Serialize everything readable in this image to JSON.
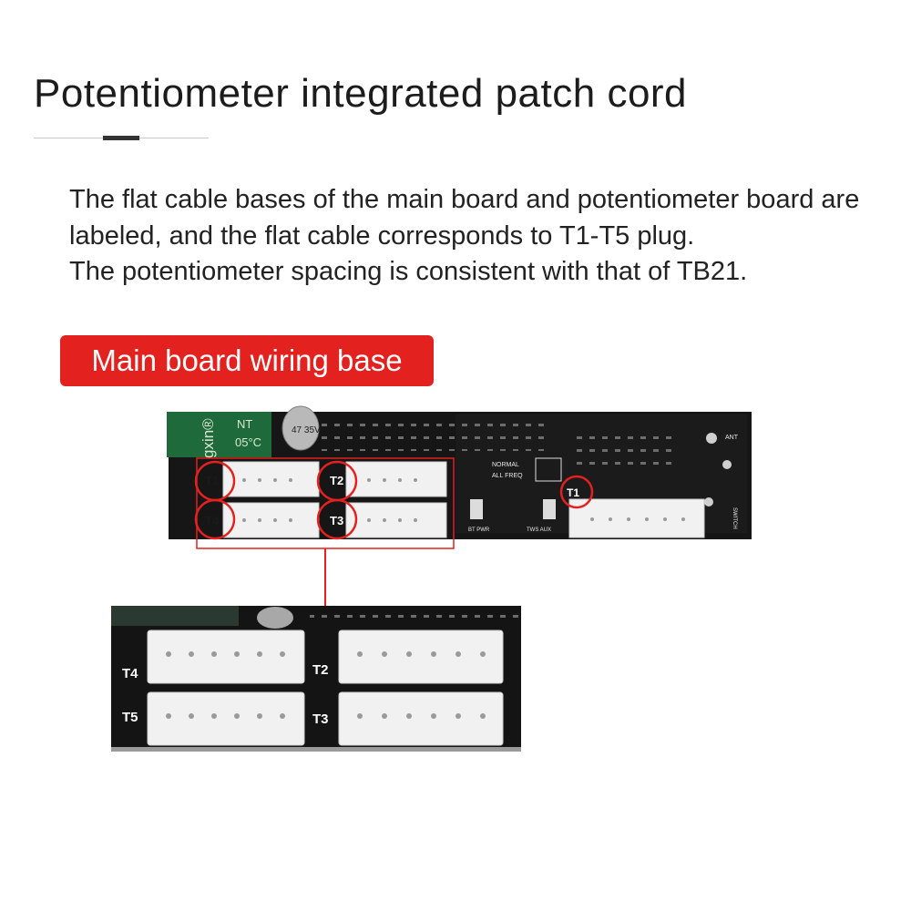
{
  "header": {
    "title": "Potentiometer integrated patch cord"
  },
  "description": {
    "lines": [
      "The flat cable bases of the main board and potentiometer board are labeled, and the flat cable corresponds to T1-T5 plug.",
      "The potentiometer spacing is consistent with that of TB21."
    ]
  },
  "badge": {
    "label": "Main board wiring base"
  },
  "board_top": {
    "capacitor_text": "gxin®",
    "capacitor_text2": "NT",
    "capacitor_text3": "05°C",
    "small_cap_text": "47\n35V",
    "header_labels": [
      "T1",
      "T2",
      "T4",
      "T3"
    ],
    "extra_label": "T1",
    "silk_normal": "NORMAL",
    "silk_allfreq": "ALL FREQ",
    "silk_btpwr": "BT PWR",
    "silk_twsaux": "TWS AUX",
    "silk_switch": "SWITCH",
    "silk_ant": "ANT"
  },
  "board_zoom": {
    "labels": [
      "T4",
      "T2",
      "T5",
      "T3"
    ]
  },
  "colors": {
    "accent_red": "#e3211e",
    "pcb": "#141414",
    "connector": "#f1f1f1"
  }
}
